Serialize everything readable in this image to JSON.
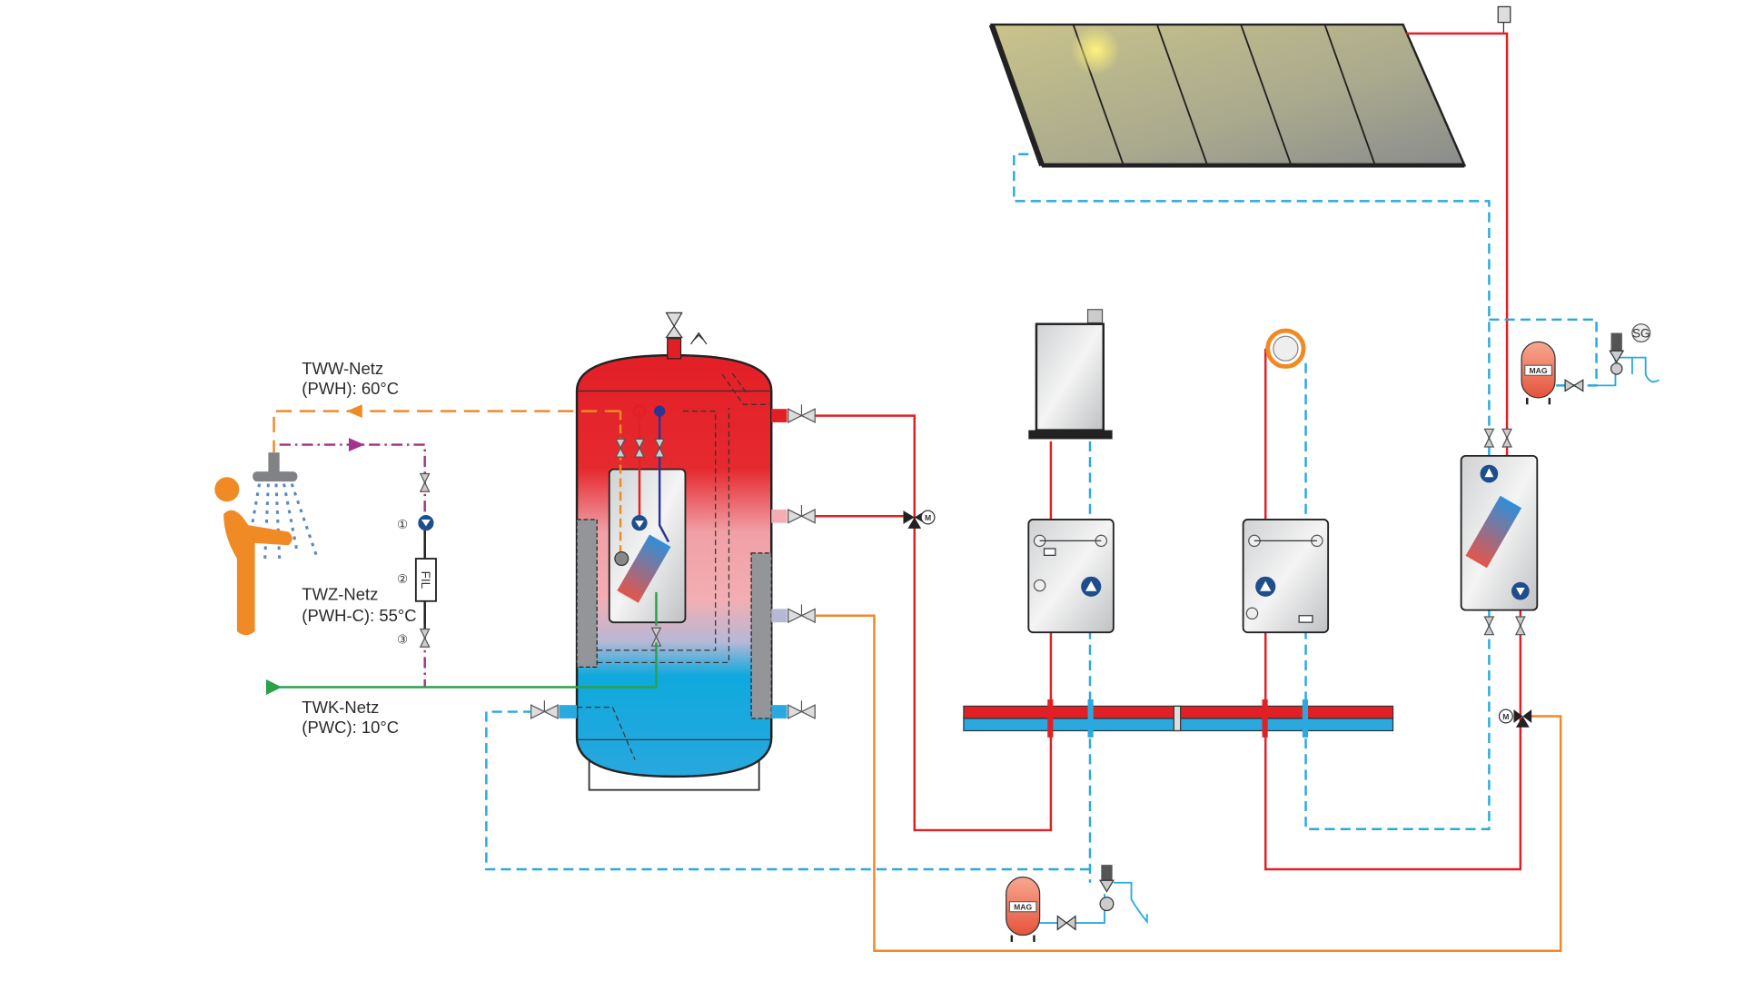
{
  "labels": {
    "tww_title": "TWW-Netz",
    "tww_sub": "(PWH): 60°C",
    "twz_title": "TWZ-Netz",
    "twz_sub": "(PWH-C): 55°C",
    "twk_title": "TWK-Netz",
    "twk_sub": "(PWC): 10°C"
  },
  "markers": {
    "one": "①",
    "two": "②",
    "three": "③"
  },
  "components": {
    "filter": "FIL",
    "mag_top": "MAG",
    "mag_bottom": "MAG",
    "safety_group": "SG",
    "motor": "M"
  },
  "colors": {
    "hot": "#e31f26",
    "cold": "#29a9e0",
    "hot_water": "#f08a24",
    "circulation": "#a3338c",
    "cold_water": "#2aa14a"
  }
}
